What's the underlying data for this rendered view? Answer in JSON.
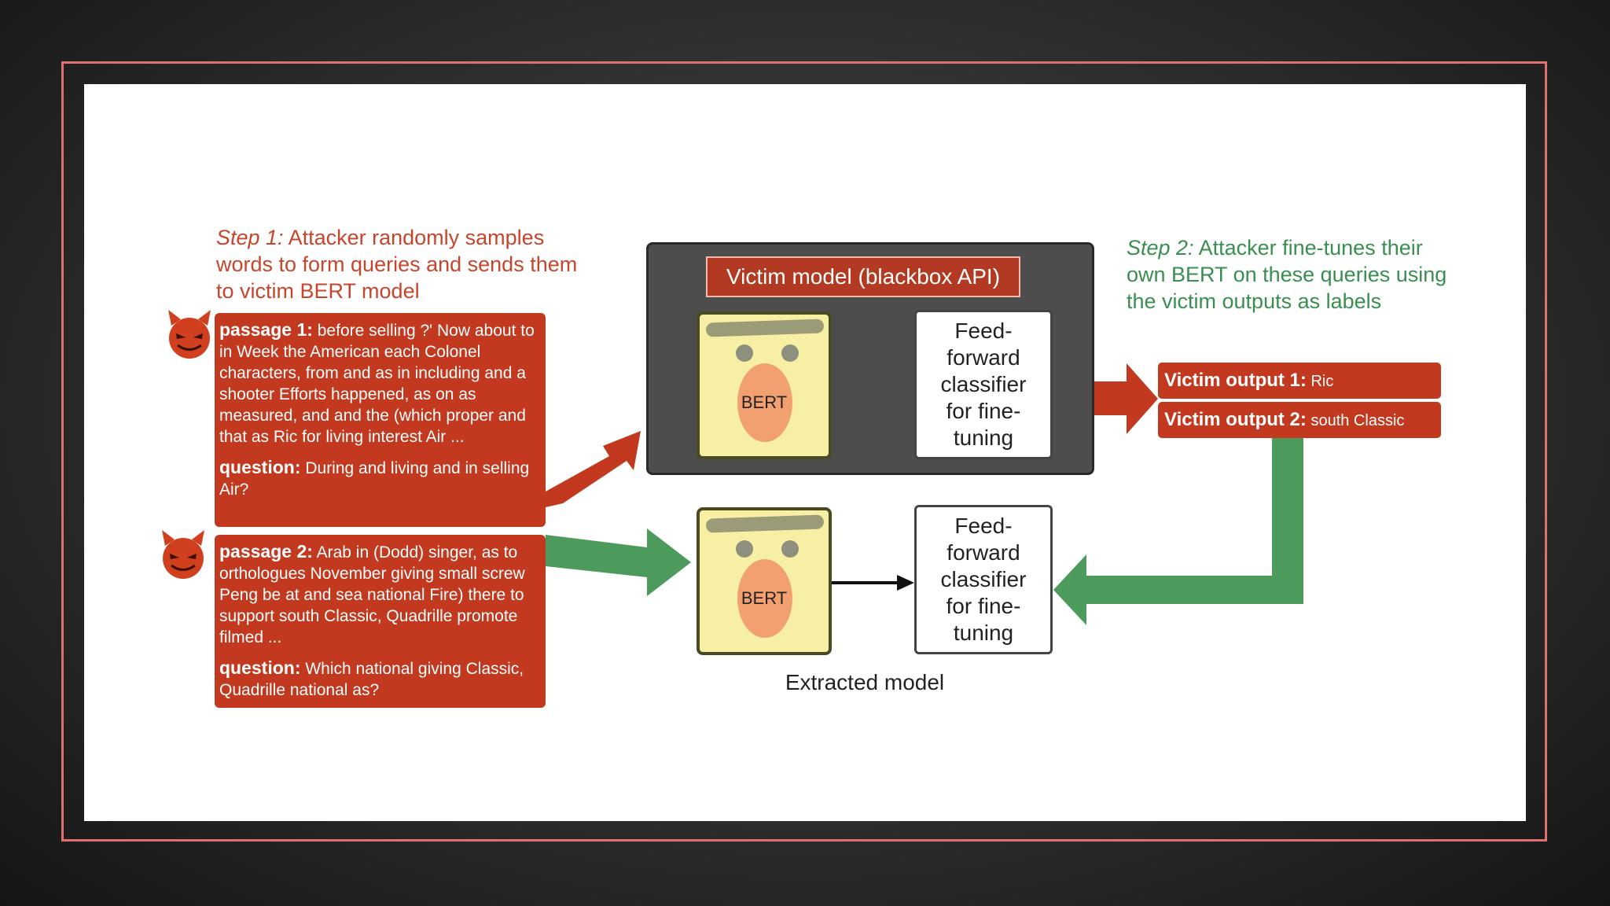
{
  "step1": {
    "label": "Step 1:",
    "text": "Attacker randomly samples words to form queries and sends them to victim BERT model"
  },
  "step2": {
    "label": "Step 2:",
    "text": "Attacker fine-tunes their own BERT on these queries using the victim outputs as labels"
  },
  "passage1": {
    "label": "passage 1:",
    "text": "before selling ?' Now about to in Week the American each Colonel characters, from and as in including and a shooter Efforts happened, as on as measured, and and the (which proper and that as Ric for living interest Air ...",
    "question_label": "question:",
    "question": "During and living and in selling Air?"
  },
  "passage2": {
    "label": "passage 2:",
    "text": "Arab in (Dodd) singer, as to orthologues November giving small screw Peng be at and sea national Fire) there to support south Classic, Quadrille promote filmed ...",
    "question_label": "question:",
    "question": "Which national giving Classic, Quadrille national as?"
  },
  "victim_model": {
    "title": "Victim model (blackbox API)",
    "bert_label": "BERT",
    "classifier_label": "Feed-\nforward\nclassifier\nfor fine-\ntuning"
  },
  "extracted_model": {
    "title": "Extracted model",
    "bert_label": "BERT",
    "classifier_label": "Feed-\nforward\nclassifier\nfor fine-\ntuning"
  },
  "outputs": [
    {
      "label": "Victim output 1:",
      "value": "Ric"
    },
    {
      "label": "Victim output 2:",
      "value": "south Classic"
    }
  ],
  "colors": {
    "attacker_red": "#c2391f",
    "step2_green": "#3a8f50",
    "arrow_green": "#4c9a5c",
    "panel_gray": "#4d4d4d",
    "bert_yellow": "#f7f0a4",
    "frame_pink": "#e07070"
  },
  "icons": [
    "devil-icon",
    "bert-face-icon"
  ]
}
